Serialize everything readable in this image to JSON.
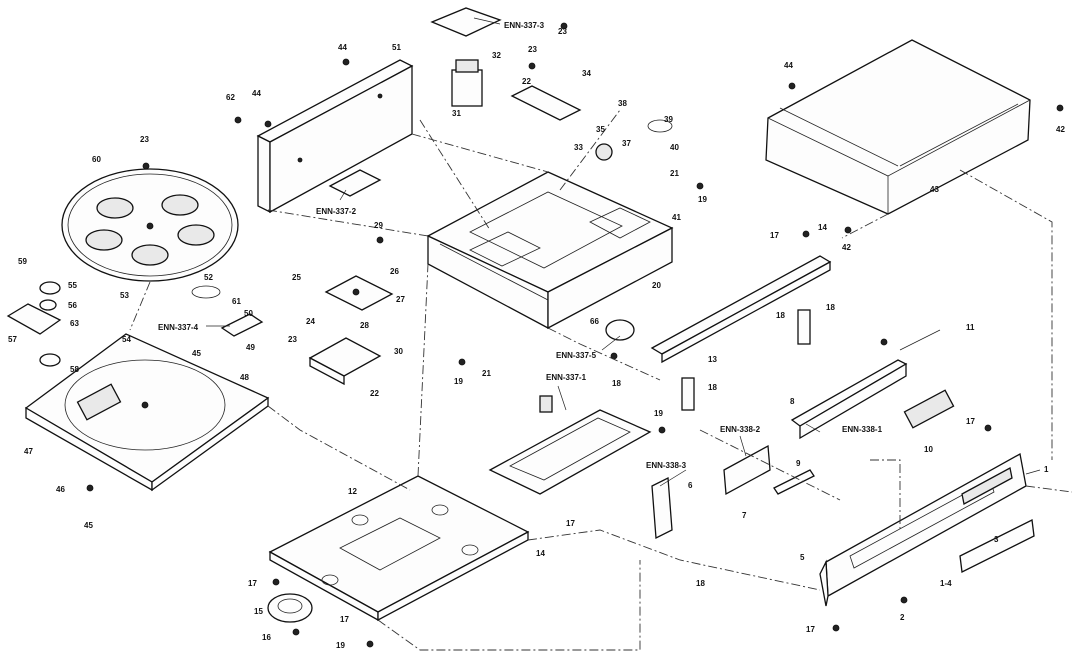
{
  "labels": {
    "l1": "1",
    "l1_4": "1-4",
    "l2": "2",
    "l3": "3",
    "l5": "5",
    "l6": "6",
    "l7": "7",
    "l8": "8",
    "l9": "9",
    "l10": "10",
    "l11": "11",
    "l12": "12",
    "l13": "13",
    "l14a": "14",
    "l14b": "14",
    "l15": "15",
    "l16": "16",
    "l17a": "17",
    "l17b": "17",
    "l17c": "17",
    "l17d": "17",
    "l17e": "17",
    "l17f": "17",
    "l18a": "18",
    "l18b": "18",
    "l18c": "18",
    "l18d": "18",
    "l18e": "18",
    "l19a": "19",
    "l19b": "19",
    "l19c": "19",
    "l19d": "19",
    "l20": "20",
    "l21a": "21",
    "l21b": "21",
    "l22a": "22",
    "l22b": "22",
    "l23a": "23",
    "l23b": "23",
    "l23c": "23",
    "l23d": "23",
    "l24": "24",
    "l25": "25",
    "l26": "26",
    "l27": "27",
    "l28": "28",
    "l29": "29",
    "l30": "30",
    "l31": "31",
    "l32": "32",
    "l33": "33",
    "l34": "34",
    "l35": "35",
    "l37": "37",
    "l38": "38",
    "l39": "39",
    "l40": "40",
    "l41": "41",
    "l42a": "42",
    "l42b": "42",
    "l43": "43",
    "l44a": "44",
    "l44b": "44",
    "l44c": "44",
    "l45a": "45",
    "l45b": "45",
    "l46": "46",
    "l47": "47",
    "l48": "48",
    "l49": "49",
    "l50": "50",
    "l51": "51",
    "l52": "52",
    "l53": "53",
    "l54": "54",
    "l55": "55",
    "l56": "56",
    "l57": "57",
    "l58": "58",
    "l59": "59",
    "l60": "60",
    "l61": "61",
    "l62": "62",
    "l63": "63",
    "l66": "66",
    "enn337_1": "ENN-337-1",
    "enn337_2": "ENN-337-2",
    "enn337_3": "ENN-337-3",
    "enn337_4": "ENN-337-4",
    "enn337_5": "ENN-337-5",
    "enn338_1": "ENN-338-1",
    "enn338_2": "ENN-338-2",
    "enn338_3": "ENN-338-3"
  }
}
